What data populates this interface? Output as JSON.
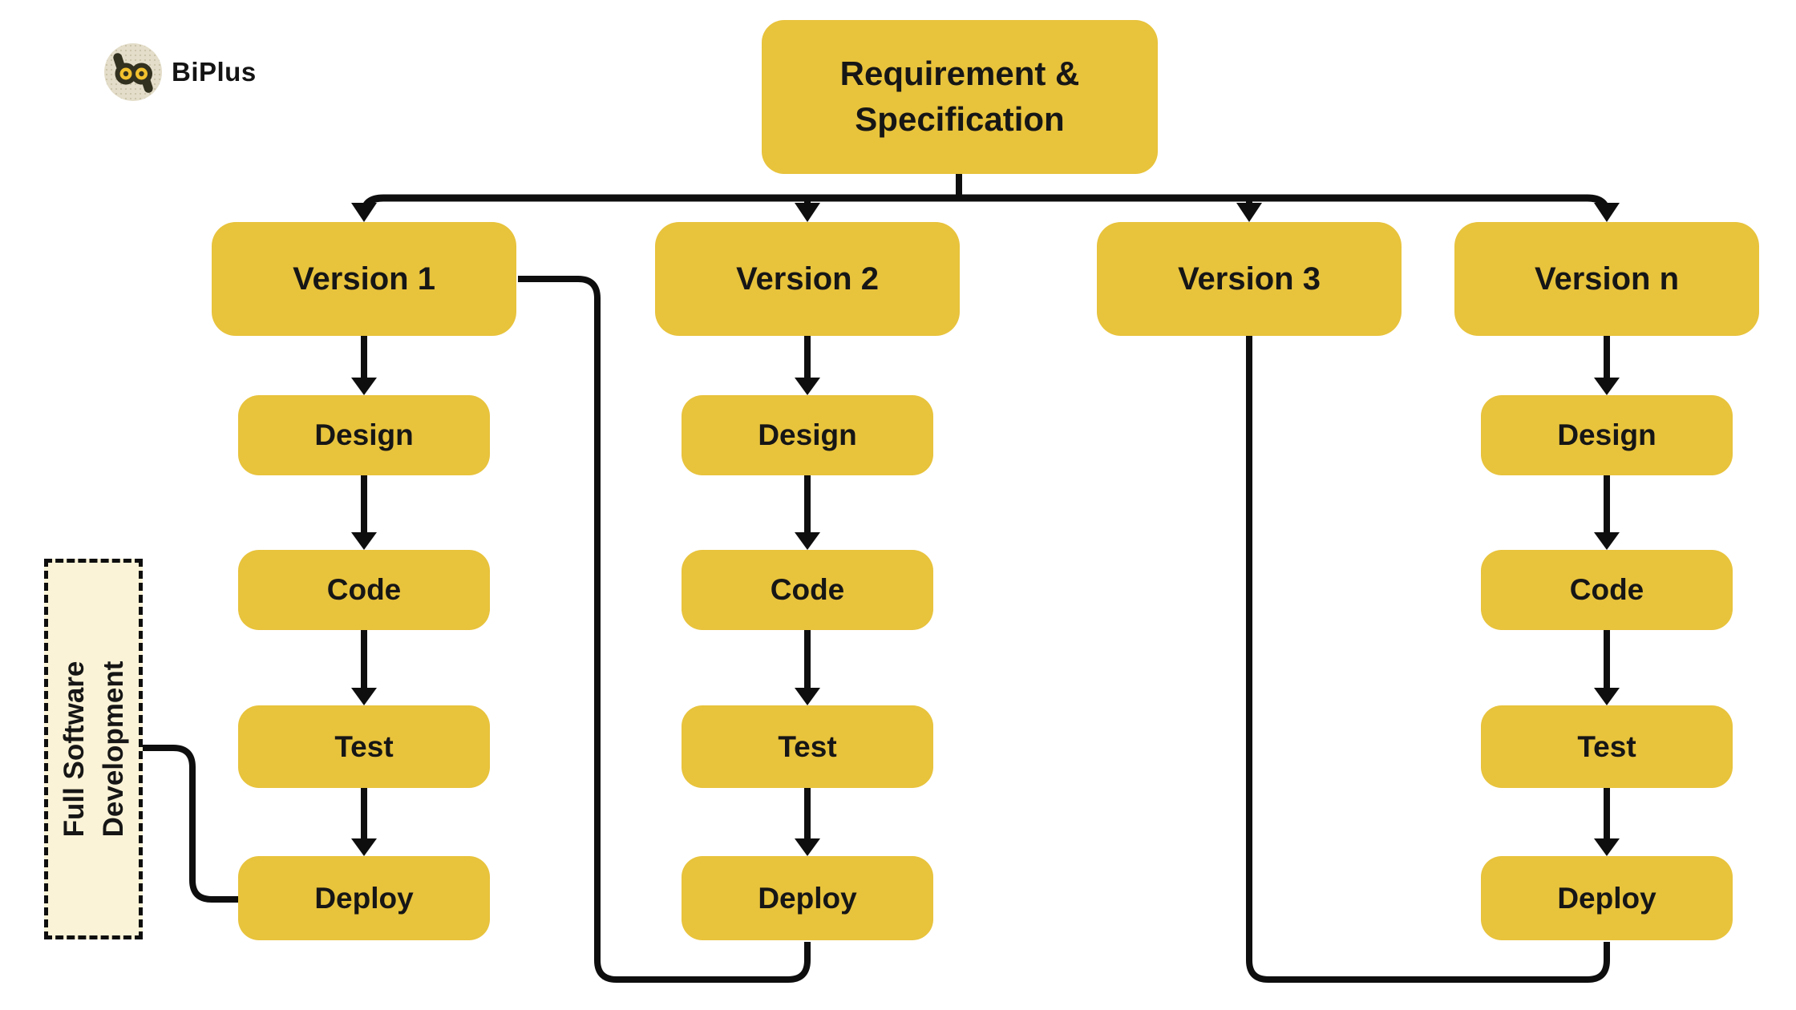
{
  "logo": {
    "brand": "BiPlus",
    "icon": "owl-icon"
  },
  "diagram": {
    "root_label": "Requirement &\nSpecification",
    "versions": [
      {
        "label": "Version 1",
        "stages": [
          "Design",
          "Code",
          "Test",
          "Deploy"
        ]
      },
      {
        "label": "Version 2",
        "stages": [
          "Design",
          "Code",
          "Test",
          "Deploy"
        ]
      },
      {
        "label": "Version 3",
        "stages": []
      },
      {
        "label": "Version n",
        "stages": [
          "Design",
          "Code",
          "Test",
          "Deploy"
        ]
      }
    ],
    "annotation": {
      "line1": "Full Software",
      "line2": "Development"
    }
  },
  "colors": {
    "node_fill": "#E8C33C",
    "annotation_fill": "#FBF3D7",
    "line": "#0E0E0E",
    "text": "#161616",
    "logo_circle": "#E3DDC9",
    "logo_dark": "#32301F",
    "logo_eye": "#F2C12E",
    "bg": "#FFFFFF"
  }
}
